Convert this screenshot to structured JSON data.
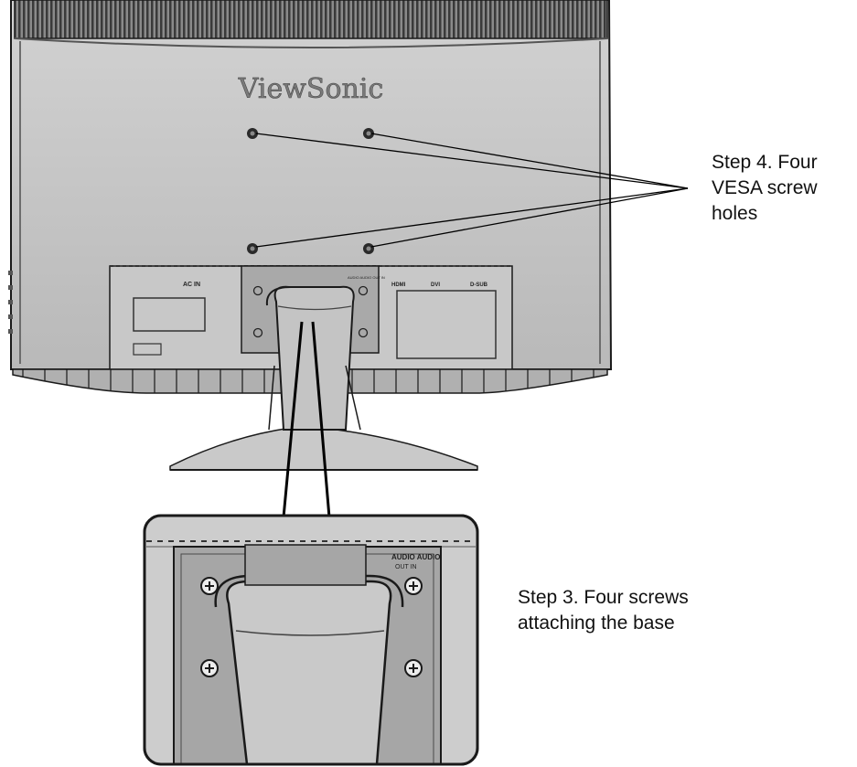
{
  "brand": {
    "logo_text": "ViewSonic"
  },
  "ports": {
    "ac_in": "AC IN",
    "audio_out_in": "AUDIO AUDIO OUT IN",
    "hdmi": "HDMI",
    "dvi": "DVI",
    "dsub": "D-SUB"
  },
  "detail": {
    "audio_label_line1": "AUDIO AUDIO",
    "audio_label_line2": "OUT    IN"
  },
  "callouts": {
    "step4": {
      "line1": "Step 4. Four",
      "line2": "VESA screw",
      "line3": "holes"
    },
    "step3": {
      "line1": "Step 3. Four screws",
      "line2": "attaching the base"
    }
  },
  "colors": {
    "monitor_back": "#c6c6c6",
    "panel_dark": "#9a9a9a",
    "outline": "#1a1a1a",
    "text": "#111111"
  }
}
